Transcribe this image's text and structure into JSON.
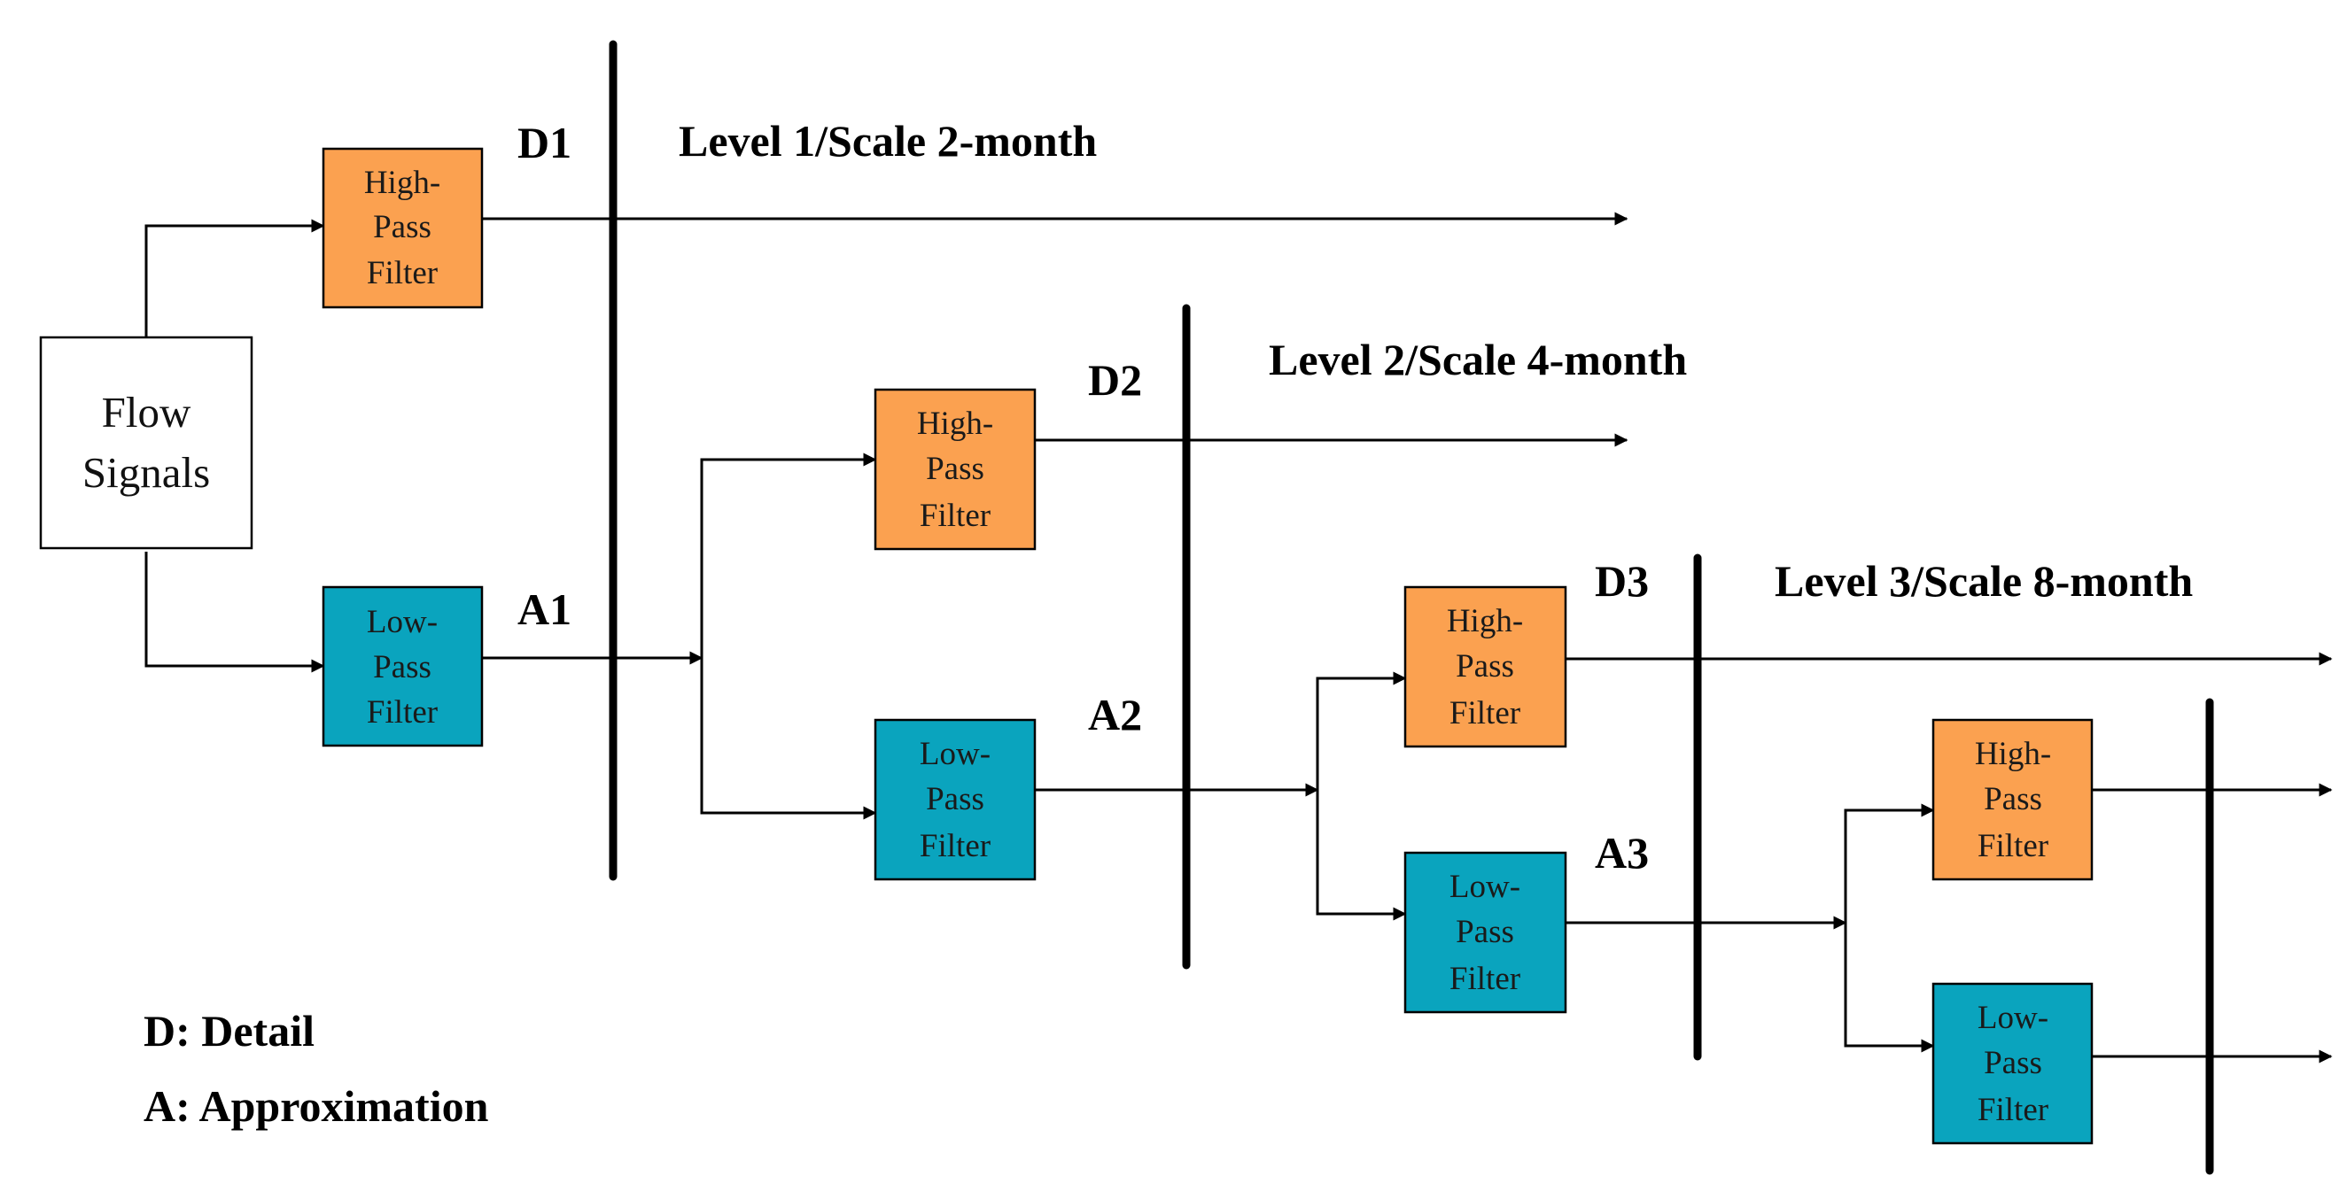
{
  "colors": {
    "high_pass": "#FBA150",
    "low_pass": "#0AA4BE",
    "source": "#FFFFFF",
    "line": "#000000"
  },
  "source": {
    "lines": [
      "Flow",
      "Signals"
    ]
  },
  "filters": {
    "high_pass": [
      "High-",
      "Pass",
      "Filter"
    ],
    "low_pass": [
      "Low-",
      "Pass",
      "Filter"
    ]
  },
  "labels": {
    "d1": "D1",
    "a1": "A1",
    "d2": "D2",
    "a2": "A2",
    "d3": "D3",
    "a3": "A3"
  },
  "levels": {
    "level1": "Level 1/Scale 2-month",
    "level2": "Level 2/Scale 4-month",
    "level3": "Level 3/Scale 8-month"
  },
  "legend": {
    "detail": "D: Detail",
    "approximation": "A: Approximation"
  }
}
